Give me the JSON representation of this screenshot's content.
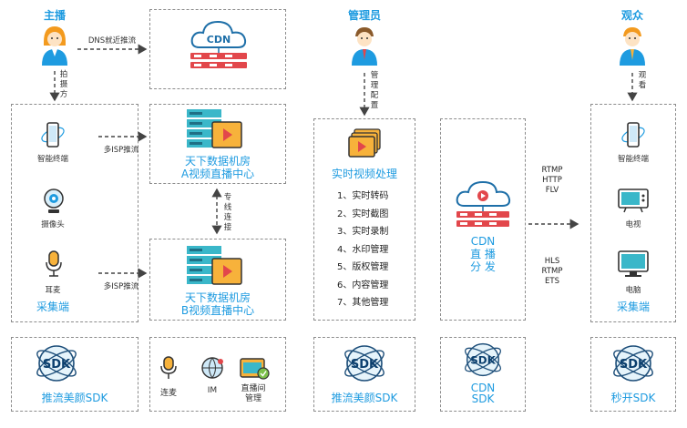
{
  "roles": {
    "anchor": "主播",
    "admin": "管理员",
    "audience": "观众"
  },
  "connectors": {
    "dns_push": "DNS就近推流",
    "shoot_side": "拍摄方",
    "isp_push_a": "多ISP推流",
    "isp_push_b": "多ISP推流",
    "dedicated_line": "专线连接",
    "admin_config": "管理配置",
    "watch": "观看",
    "proto_top": [
      "RTMP",
      "HTTP",
      "FLV"
    ],
    "proto_bottom": [
      "HLS",
      "RTMP",
      "ETS"
    ]
  },
  "capture": {
    "items": [
      "智能终端",
      "摄像头",
      "耳麦"
    ],
    "title": "采集端"
  },
  "cdn_top": {
    "label": "CDN"
  },
  "datacenters": {
    "a": {
      "line1": "天下数据机房",
      "line2": "A视频直播中心"
    },
    "b": {
      "line1": "天下数据机房",
      "line2": "B视频直播中心"
    }
  },
  "processing": {
    "title": "实时视频处理",
    "items": [
      "1、实时转码",
      "2、实时截图",
      "3、实时录制",
      "4、水印管理",
      "5、版权管理",
      "6、内容管理",
      "7、其他管理"
    ]
  },
  "cdn_dist": {
    "lines": [
      "CDN",
      "直 播",
      "分 发"
    ]
  },
  "viewer": {
    "items": [
      "智能终端",
      "电视",
      "电脑"
    ],
    "title": "采集端"
  },
  "sdk": {
    "badge": "SDK",
    "push_beauty_left": "推流美颜SDK",
    "tools": [
      "连麦",
      "IM",
      "直播间\n管理"
    ],
    "push_beauty_mid": "推流美颜SDK",
    "cdn_sdk": [
      "CDN",
      "SDK"
    ],
    "instant_start": "秒开SDK"
  },
  "colors": {
    "accent": "#1e9be0",
    "server_red": "#e2474b",
    "rack_teal": "#3ab7c9",
    "play_orange": "#f7b23b"
  }
}
